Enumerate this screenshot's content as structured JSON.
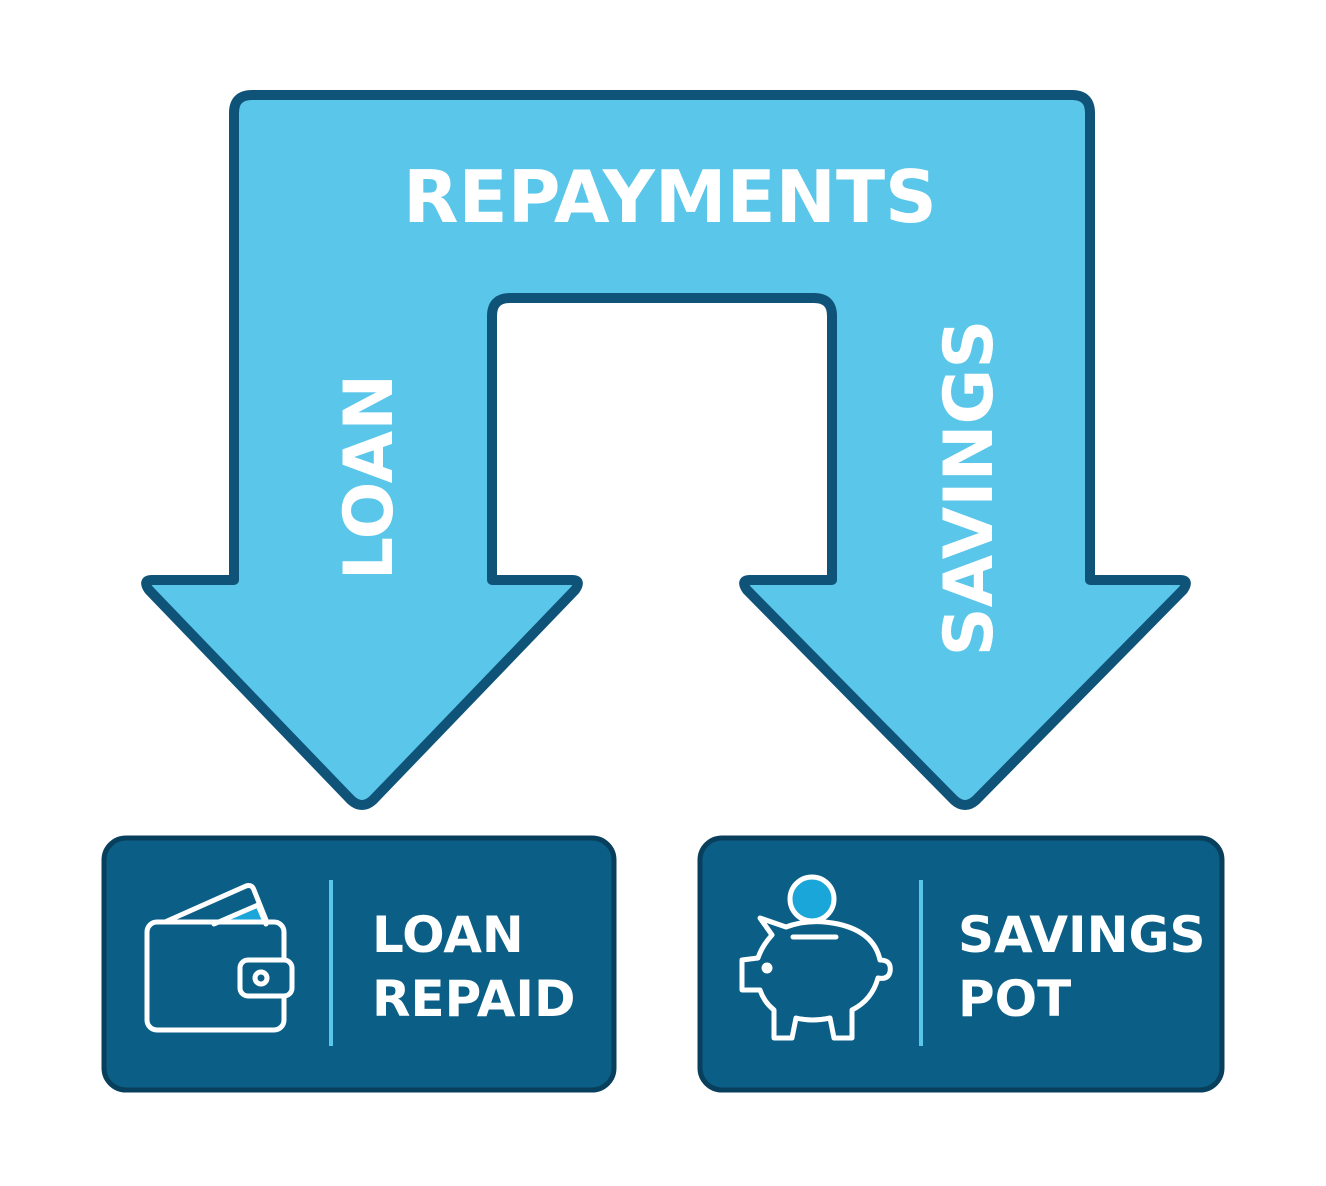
{
  "colors": {
    "arrow_fill": "#5ac7ea",
    "arrow_stroke": "#0f5478",
    "box_fill": "#0b5f86",
    "box_stroke": "#083f5c",
    "divider": "#5ac7ea",
    "coin": "#1aa6d8",
    "text": "#ffffff"
  },
  "arrow": {
    "top_label": "REPAYMENTS",
    "left_label": "LOAN",
    "right_label": "SAVINGS"
  },
  "boxes": {
    "left": {
      "icon": "wallet-icon",
      "line1": "LOAN",
      "line2": "REPAID"
    },
    "right": {
      "icon": "piggy-bank-icon",
      "line1": "SAVINGS",
      "line2": "POT"
    }
  }
}
